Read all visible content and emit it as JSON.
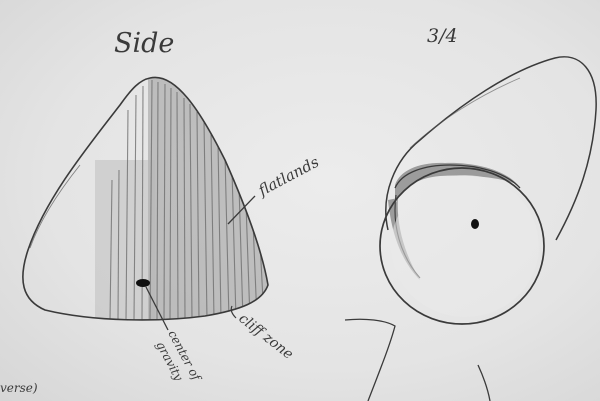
{
  "labels": {
    "side_title": "Side",
    "three_quarter_title": "3/4",
    "flatlands": "flatlands",
    "center_of_gravity_line1": "center of",
    "center_of_gravity_line2": "gravity",
    "cliff_zone": "cliff zone",
    "edge_fragment": "verse)"
  },
  "colors": {
    "paper": "#e8e8e8",
    "pencil": "#3a3a3a",
    "shading": "#7a7a7a"
  }
}
